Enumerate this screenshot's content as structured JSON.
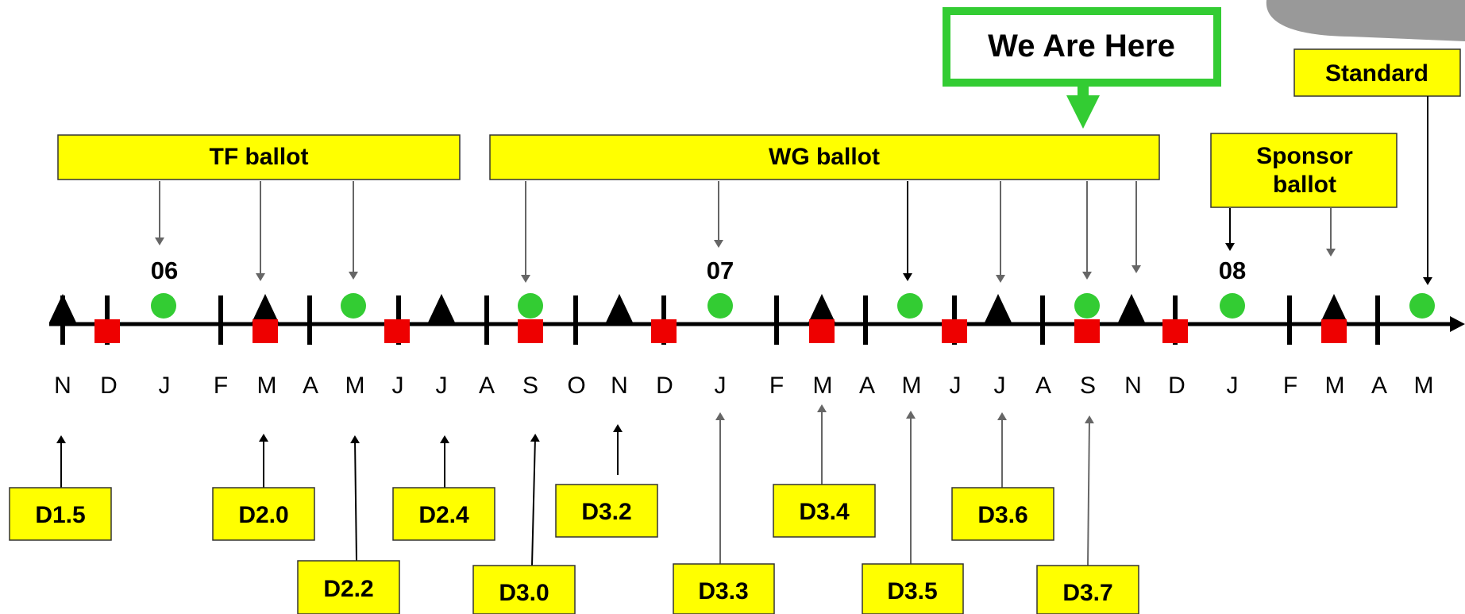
{
  "colors": {
    "highlight_box": "#ffff00",
    "here_border": "#33cc33",
    "here_arrow": "#33cc33",
    "circle": "#33cc33",
    "square": "#ee0000",
    "triangle": "#000000",
    "axis": "#000000",
    "pointer_gray": "#666666"
  },
  "marker_legend_icons": [
    "triangle-icon",
    "square-icon",
    "circle-icon"
  ],
  "here_label": "We Are Here",
  "phases": {
    "tf": "TF ballot",
    "wg": "WG ballot",
    "sponsor_line1": "Sponsor",
    "sponsor_line2": "ballot",
    "standard": "Standard"
  },
  "years": [
    "06",
    "07",
    "08"
  ],
  "months": [
    "N",
    "D",
    "J",
    "F",
    "M",
    "A",
    "M",
    "J",
    "J",
    "A",
    "S",
    "O",
    "N",
    "D",
    "J",
    "F",
    "M",
    "A",
    "M",
    "J",
    "J",
    "A",
    "S",
    "N",
    "D",
    "J",
    "F",
    "M",
    "A",
    "M"
  ],
  "drafts": [
    "D1.5",
    "D2.0",
    "D2.2",
    "D2.4",
    "D3.0",
    "D3.2",
    "D3.3",
    "D3.4",
    "D3.5",
    "D3.6",
    "D3.7"
  ]
}
